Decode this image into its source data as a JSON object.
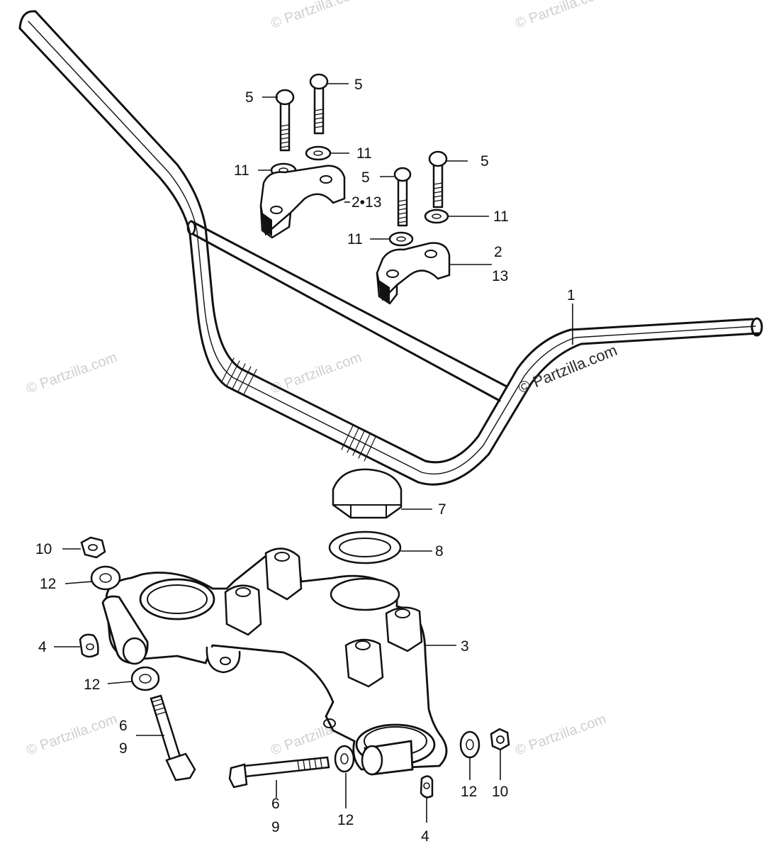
{
  "watermark": {
    "text": "© Partzilla.com",
    "main_text": "© Partzilla.com"
  },
  "callouts": {
    "c1": "1",
    "c2_13a": "2•13",
    "c2": "2",
    "c13": "13",
    "c3": "3",
    "c4a": "4",
    "c4b": "4",
    "c5a": "5",
    "c5b": "5",
    "c5c": "5",
    "c5d": "5",
    "c6a": "6",
    "c9a": "9",
    "c6b": "6",
    "c9b": "9",
    "c7": "7",
    "c8": "8",
    "c10a": "10",
    "c10b": "10",
    "c11a": "11",
    "c11b": "11",
    "c11c": "11",
    "c11d": "11",
    "c12a": "12",
    "c12b": "12",
    "c12c": "12",
    "c12d": "12"
  },
  "colors": {
    "ink": "#111111",
    "watermark": "#cfcfcf"
  }
}
